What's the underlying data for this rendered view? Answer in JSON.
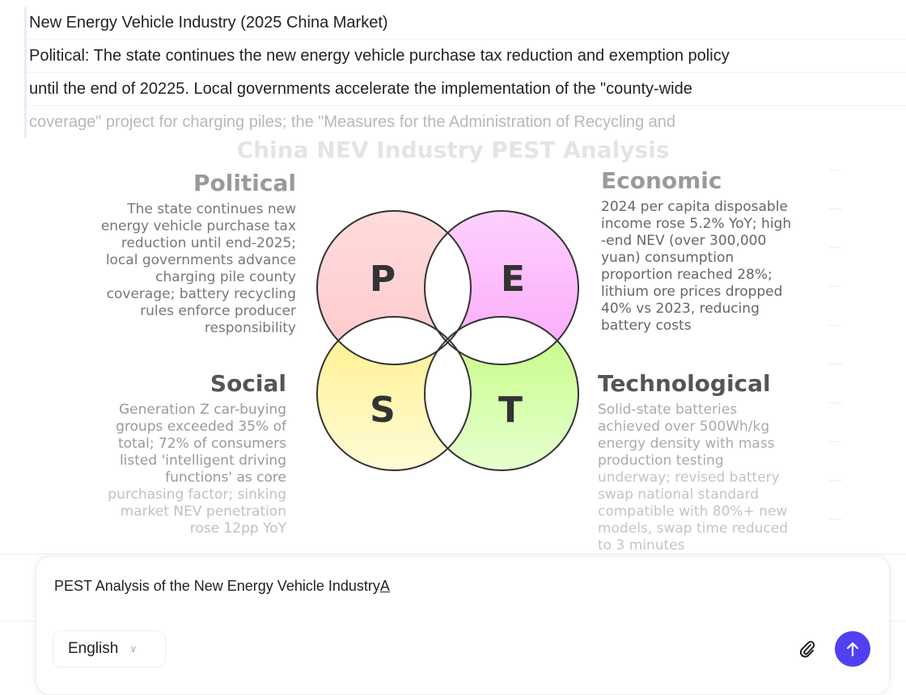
{
  "document": {
    "lines": [
      "New Energy Vehicle Industry (2025 China Market)",
      "Political: The state continues the new energy vehicle purchase tax reduction and exemption policy",
      "until the end of 20225. Local governments accelerate the implementation of the \"county-wide",
      "coverage\" project for charging piles; the \"Measures for the Administration of Recycling and"
    ],
    "ghost_title": "China NEV Industry PEST Analysis"
  },
  "diagram": {
    "letters": {
      "p": "P",
      "e": "E",
      "s": "S",
      "t": "T"
    },
    "colors": {
      "p": "#ffcfd2",
      "e": "#fdb3fd",
      "s": "#fff39a",
      "t": "#caff8a"
    },
    "political": {
      "title": "Political",
      "lines": [
        "The state continues new",
        "energy vehicle purchase tax",
        "reduction until end-2025;",
        "local governments advance",
        "charging pile county",
        "coverage; battery recycling",
        "rules enforce producer",
        "responsibility"
      ]
    },
    "economic": {
      "title": "Economic",
      "lines": [
        "2024 per capita disposable",
        "income rose 5.2% YoY; high",
        "-end NEV (over 300,000",
        "yuan) consumption",
        "proportion reached 28%;",
        "lithium ore prices dropped",
        "40% vs 2023, reducing",
        "battery costs"
      ]
    },
    "social": {
      "title": "Social",
      "lines": [
        "Generation Z car-buying",
        "groups exceeded 35% of",
        "total; 72% of consumers",
        "listed 'intelligent driving",
        "functions' as core",
        "purchasing factor; sinking",
        "market NEV penetration",
        "rose 12pp YoY"
      ]
    },
    "technological": {
      "title": "Technological",
      "lines": [
        "Solid-state batteries",
        "achieved over 500Wh/kg",
        "energy density with mass",
        "production testing",
        "underway; revised battery",
        "swap national standard",
        "compatible with 80%+ new",
        "models, swap time reduced",
        "to 3 minutes"
      ]
    }
  },
  "composer": {
    "prompt": "PEST Analysis of the New Energy Vehicle Industry",
    "prompt_suffix": "A",
    "language": "English",
    "send_color": "#5040f0"
  }
}
